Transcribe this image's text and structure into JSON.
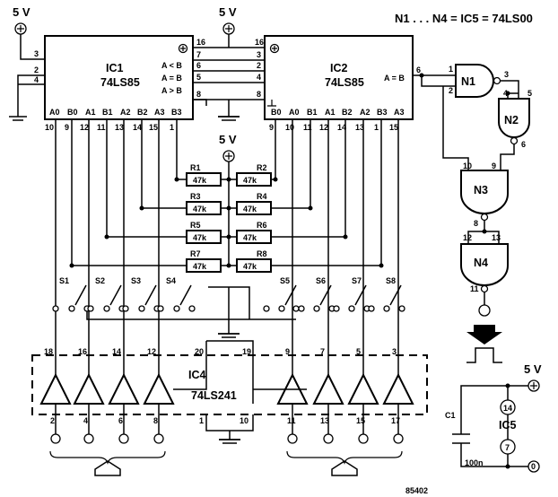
{
  "header_note": "N1 . . . N4 = IC5 = 74LS00",
  "supply": "5 V",
  "figure_number": "85402",
  "ic1": {
    "name": "IC1",
    "part": "74LS85",
    "left_pins": [
      "3",
      "2",
      "4"
    ],
    "right_pins": [
      "16",
      "7",
      "6",
      "5",
      "8"
    ],
    "outputs": [
      "A < B",
      "A = B",
      "A > B"
    ],
    "bottom_labels": [
      "A0",
      "B0",
      "A1",
      "B1",
      "A2",
      "B2",
      "A3",
      "B3"
    ],
    "bottom_pins": [
      "10",
      "9",
      "12",
      "11",
      "13",
      "14",
      "15",
      "1"
    ]
  },
  "ic2": {
    "name": "IC2",
    "part": "74LS85",
    "left_pins": [
      "16",
      "3",
      "2",
      "4",
      "8"
    ],
    "output": "A = B",
    "output_pin": "6",
    "bottom_labels": [
      "B0",
      "A0",
      "B1",
      "A1",
      "B2",
      "A2",
      "B3",
      "A3"
    ],
    "bottom_pins": [
      "9",
      "10",
      "11",
      "12",
      "14",
      "13",
      "1",
      "15"
    ]
  },
  "resistors": [
    {
      "name": "R1",
      "value": "47k"
    },
    {
      "name": "R2",
      "value": "47k"
    },
    {
      "name": "R3",
      "value": "47k"
    },
    {
      "name": "R4",
      "value": "47k"
    },
    {
      "name": "R5",
      "value": "47k"
    },
    {
      "name": "R6",
      "value": "47k"
    },
    {
      "name": "R7",
      "value": "47k"
    },
    {
      "name": "R8",
      "value": "47k"
    }
  ],
  "switches": [
    "S1",
    "S2",
    "S3",
    "S4",
    "S5",
    "S6",
    "S7",
    "S8"
  ],
  "ic4": {
    "name": "IC4",
    "part": "74LS241",
    "top_pins": [
      "18",
      "16",
      "14",
      "12",
      "20",
      "19",
      "9",
      "7",
      "5",
      "3"
    ],
    "bottom_pins": [
      "2",
      "4",
      "6",
      "8",
      "1",
      "10",
      "11",
      "13",
      "15",
      "17"
    ]
  },
  "gates": {
    "n1": "N1",
    "n2": "N2",
    "n3": "N3",
    "n4": "N4",
    "pins": {
      "n1": [
        "1",
        "2",
        "3"
      ],
      "n2": [
        "4",
        "5",
        "6"
      ],
      "n3": [
        "10",
        "9",
        "8"
      ],
      "n4": [
        "12",
        "13",
        "11"
      ]
    }
  },
  "ic5": {
    "name": "IC5",
    "vcc_pin": "14",
    "gnd_pin": "7",
    "gnd_label": "0"
  },
  "capacitor": {
    "name": "C1",
    "value": "100n"
  }
}
